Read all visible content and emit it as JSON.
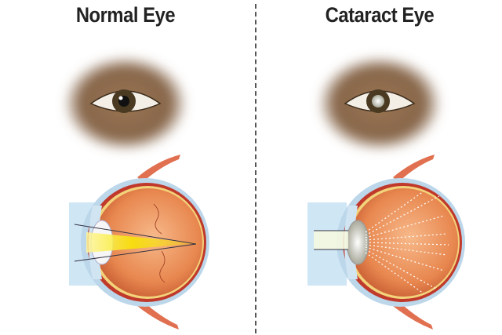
{
  "panels": [
    {
      "title": "Normal Eye",
      "condition": "normal"
    },
    {
      "title": "Cataract Eye",
      "condition": "cataract"
    }
  ],
  "colors": {
    "skin": "#8b6a4c",
    "iris": "#4a3a22",
    "eyeball": "#e88a55",
    "muscle": "#e07050",
    "light": "#f5e600",
    "lens_box": "#cfe6f5"
  }
}
